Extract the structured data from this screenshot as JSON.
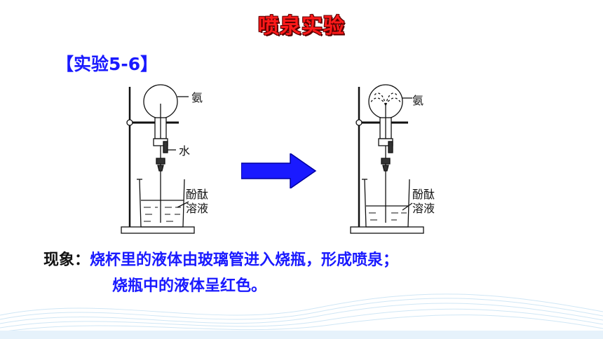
{
  "title": "喷泉实验",
  "experiment_label": "【实验5-6】",
  "diagram_left": {
    "flask_label": "氨",
    "water_label": "水",
    "solution_label_1": "酚酞",
    "solution_label_2": "溶液"
  },
  "diagram_right": {
    "flask_label": "氨",
    "solution_label_1": "酚酞",
    "solution_label_2": "溶液"
  },
  "phenomenon": {
    "key": "现象：",
    "line1": "烧杯里的液体由玻璃管进入烧瓶，形成喷泉；",
    "line2": "烧瓶中的液体呈红色。"
  },
  "colors": {
    "title": "#ff1a1a",
    "text_blue": "#1a1aff",
    "arrow": "#1a1aff"
  }
}
